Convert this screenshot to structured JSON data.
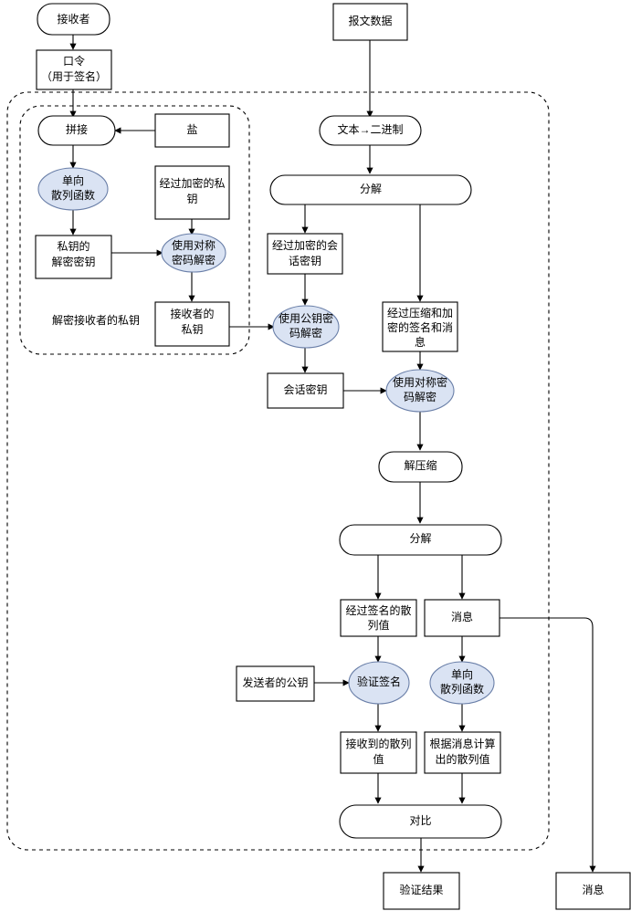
{
  "diagram": {
    "title_text_visible": false,
    "colors": {
      "ellipse_fill": "#dae3f3",
      "ellipse_stroke": "#6a7fa8",
      "box_fill": "#ffffff",
      "box_stroke": "#000000",
      "edge_stroke": "#000000",
      "group_stroke": "#000000"
    },
    "groups": [
      {
        "id": "outer-dashed-region",
        "label": ""
      },
      {
        "id": "inner-dashed-region",
        "label": "解密接收者的私钥"
      }
    ],
    "free_labels": [
      {
        "id": "inner-group-caption",
        "text": "解密接收者的私钥"
      }
    ],
    "nodes": {
      "receiver": {
        "label": "接收者",
        "shape": "rounded"
      },
      "passphrase": {
        "label_line1": "口令",
        "label_line2": "（用于签名）",
        "shape": "rect"
      },
      "concat": {
        "label": "拼接",
        "shape": "rounded"
      },
      "salt": {
        "label": "盐",
        "shape": "rect"
      },
      "oneway_hash_left": {
        "label_line1": "单向",
        "label_line2": "散列函数",
        "shape": "ellipse"
      },
      "encrypted_private_key": {
        "label_line1": "经过加密的私",
        "label_line2": "钥",
        "shape": "rect"
      },
      "privkey_decrypt_key": {
        "label_line1": "私钥的",
        "label_line2": "解密密钥",
        "shape": "rect"
      },
      "symmetric_decrypt_left": {
        "label_line1": "使用对称",
        "label_line2": "密码解密",
        "shape": "ellipse"
      },
      "receiver_private_key": {
        "label_line1": "接收者的",
        "label_line2": "私钥",
        "shape": "rect"
      },
      "message_data": {
        "label": "报文数据",
        "shape": "rect"
      },
      "text_to_binary": {
        "label": "文本→二进制",
        "shape": "rounded"
      },
      "split_top": {
        "label": "分解",
        "shape": "rounded"
      },
      "encrypted_session_key": {
        "label_line1": "经过加密的会",
        "label_line2": "话密钥",
        "shape": "rect"
      },
      "pubkey_decrypt": {
        "label_line1": "使用公钥密",
        "label_line2": "码解密",
        "shape": "ellipse"
      },
      "session_key": {
        "label": "会话密钥",
        "shape": "rect"
      },
      "compressed_encrypted_sig_msg": {
        "label_line1": "经过压缩和加",
        "label_line2": "密的签名和消",
        "label_line3": "息",
        "shape": "rect"
      },
      "symmetric_decrypt_right": {
        "label_line1": "使用对称密",
        "label_line2": "码解密",
        "shape": "ellipse"
      },
      "decompress": {
        "label": "解压缩",
        "shape": "rounded"
      },
      "split_bottom": {
        "label": "分解",
        "shape": "rounded"
      },
      "signed_hash_value": {
        "label_line1": "经过签名的散",
        "label_line2": "列值",
        "shape": "rect"
      },
      "message_mid": {
        "label": "消息",
        "shape": "rect"
      },
      "sender_public_key": {
        "label": "发送者的公钥",
        "shape": "rect"
      },
      "verify_signature": {
        "label": "验证签名",
        "shape": "ellipse"
      },
      "oneway_hash_right": {
        "label_line1": "单向",
        "label_line2": "散列函数",
        "shape": "ellipse"
      },
      "received_hash_value": {
        "label_line1": "接收到的散列",
        "label_line2": "值",
        "shape": "rect"
      },
      "computed_hash_value": {
        "label_line1": "根据消息计算",
        "label_line2": "出的散列值",
        "shape": "rect"
      },
      "compare": {
        "label": "对比",
        "shape": "rounded"
      },
      "verify_result": {
        "label": "验证结果",
        "shape": "rect"
      },
      "message_out": {
        "label": "消息",
        "shape": "rect"
      }
    }
  }
}
